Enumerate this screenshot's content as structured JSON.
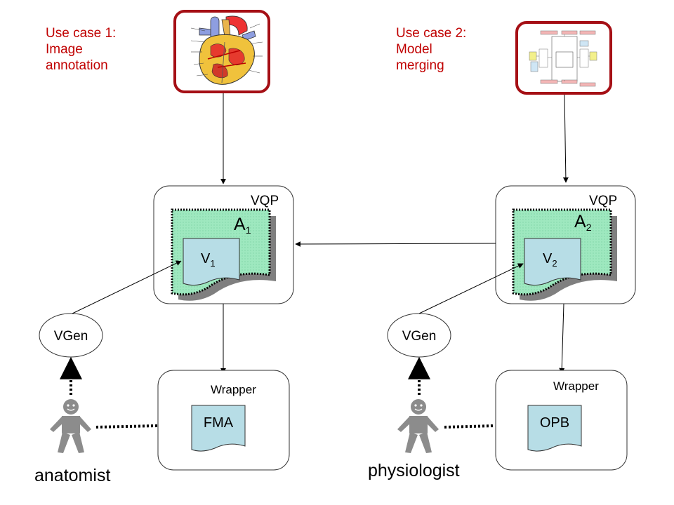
{
  "use_case_1": {
    "line1": "Use case 1:",
    "line2": "Image",
    "line3": "annotation",
    "image_icon": "heart-anatomy-icon"
  },
  "use_case_2": {
    "line1": "Use case 2:",
    "line2": "Model",
    "line3": "merging",
    "image_icon": "model-diagram-icon"
  },
  "left": {
    "vqp_label": "VQP",
    "annotation": {
      "letter": "A",
      "index": "1"
    },
    "view": {
      "letter": "V",
      "index": "1"
    },
    "vgen_label": "VGen",
    "wrapper_label": "Wrapper",
    "ontology_label": "FMA",
    "person_label": "anatomist"
  },
  "right": {
    "vqp_label": "VQP",
    "annotation": {
      "letter": "A",
      "index": "2"
    },
    "view": {
      "letter": "V",
      "index": "2"
    },
    "vgen_label": "VGen",
    "wrapper_label": "Wrapper",
    "ontology_label": "OPB",
    "person_label": "physiologist"
  },
  "colors": {
    "accent_red": "#c00000",
    "annotation_green": "#9ee8bf",
    "doc_blue": "#b7dde6",
    "person_gray": "#8c8c8c"
  }
}
